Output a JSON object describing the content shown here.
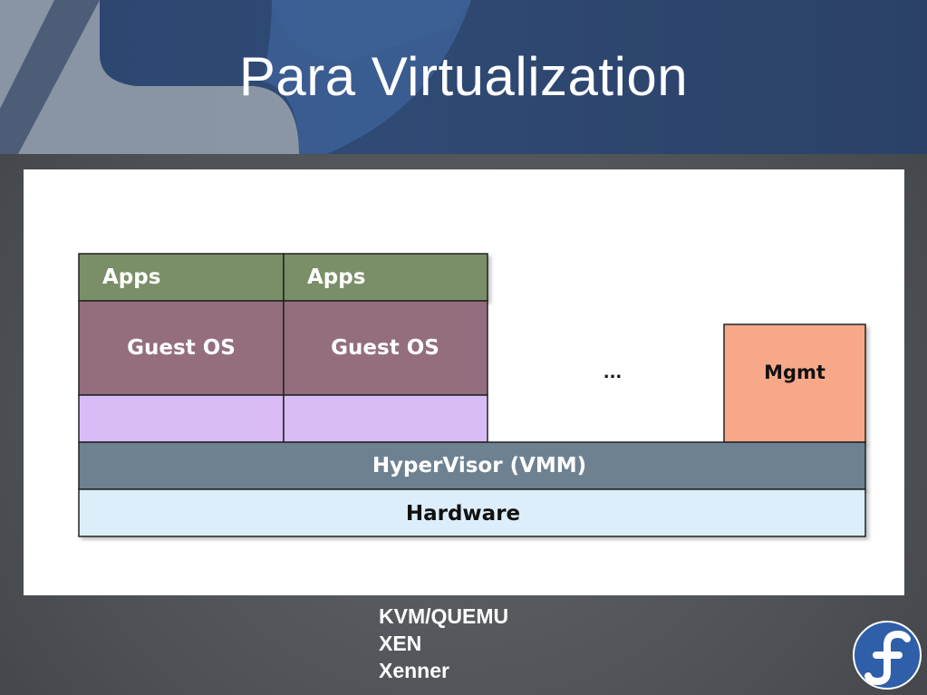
{
  "slide": {
    "title": "Para Virtualization"
  },
  "diagram": {
    "vm1": {
      "apps": "Apps",
      "guest_os": "Guest OS"
    },
    "vm2": {
      "apps": "Apps",
      "guest_os": "Guest OS"
    },
    "ellipsis": "...",
    "mgmt": "Mgmt",
    "hypervisor": "HyperVisor (VMM)",
    "hardware": "Hardware",
    "colors": {
      "apps": "#7a8f68",
      "guest_os": "#946e7e",
      "paravirt_layer": "#d9bcf6",
      "mgmt": "#f7a889",
      "hypervisor": "#6e8191",
      "hardware": "#ddeefb"
    }
  },
  "notes": {
    "items": [
      "KVM/QUEMU",
      "XEN",
      "Xenner"
    ]
  }
}
